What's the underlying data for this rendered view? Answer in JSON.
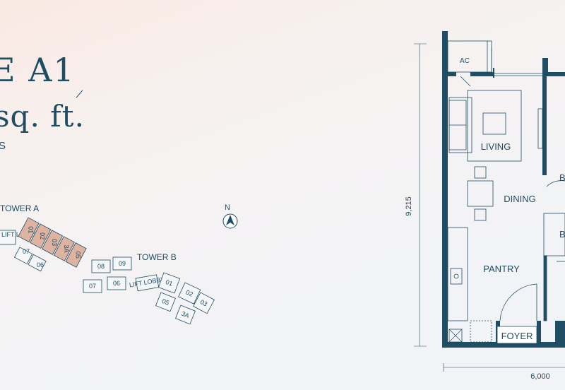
{
  "heading": {
    "type_label": "E A1",
    "size_label": "sq. ft.",
    "sub_label": "S"
  },
  "site_plan": {
    "tower_a": {
      "label": "TOWER A",
      "lift_lobby": "LIFT LOBBY",
      "highlighted_units": [
        "01",
        "02",
        "03",
        "3A",
        "05"
      ],
      "other_units": [
        "07",
        "06"
      ]
    },
    "tower_b": {
      "label": "TOWER B",
      "lift_lobby": "LIFT LOBBY",
      "units_left": [
        "08",
        "09",
        "07",
        "06"
      ],
      "units_right": [
        "01",
        "02",
        "03",
        "05",
        "3A"
      ]
    },
    "compass": "N"
  },
  "floor_plan": {
    "rooms": {
      "ac": "AC",
      "living": "LIVING",
      "dining": "DINING",
      "pantry": "PANTRY",
      "foyer": "FOYER",
      "bed_partial": "B",
      "bath_partial": "B"
    },
    "dimensions": {
      "height": "9,215",
      "width": "6,000"
    }
  },
  "colors": {
    "primary": "#1f4d63",
    "highlight_unit": "#dfb3a2",
    "wall": "#1f4d63"
  }
}
